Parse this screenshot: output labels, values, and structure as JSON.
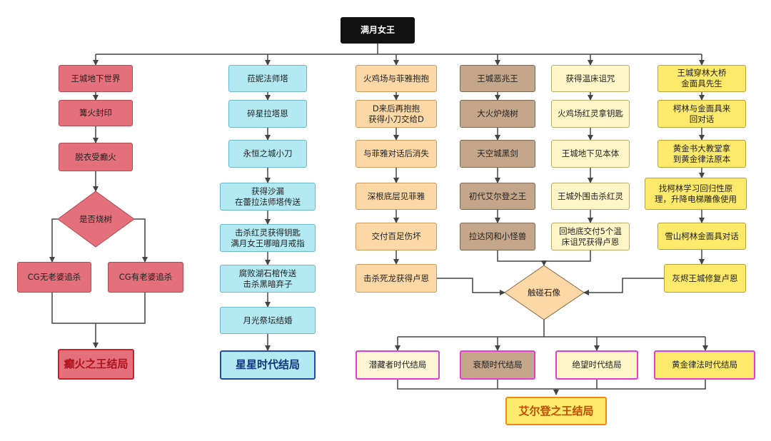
{
  "title": "满月女王",
  "col_red": {
    "steps": [
      "王城地下世界",
      "篝火封印",
      "脱衣受癫火"
    ],
    "decision": "是否烧树",
    "left": "CG无老婆追杀",
    "right": "CG有老婆追杀",
    "ending": "癫火之王结局"
  },
  "col_cyan": {
    "steps": [
      "菈妮法师塔",
      "碎星拉塔恩",
      "永恒之城小刀",
      "获得沙漏\n在蕾拉法师塔传送",
      "击杀红灵获得钥匙\n满月女王哪暗月戒指",
      "腐败湖石棺传送\n击杀黑暗弃子",
      "月光祭坛结婚"
    ],
    "ending": "星星时代结局"
  },
  "col_peach": {
    "steps": [
      "火鸡场与菲雅抱抱",
      "D来后再抱抱\n获得小刀交给D",
      "与菲雅对话后消失",
      "深根底层见菲雅",
      "交付百足伤坏",
      "击杀死龙获得卢恩"
    ]
  },
  "col_brown": {
    "steps": [
      "王城恶兆王",
      "大火炉烧树",
      "天空城黑剑",
      "初代艾尔登之王",
      "拉达冈和小怪兽"
    ]
  },
  "col_cream": {
    "steps": [
      "获得温床诅咒",
      "火鸡场红灵拿钥匙",
      "王城地下见本体",
      "王城外围击杀红灵",
      "回地底交付5个温\n床诅咒获得卢恩"
    ]
  },
  "col_yellow": {
    "steps": [
      "王城穿林大桥\n金面具先生",
      "柯林与金面具来\n回对话",
      "黄金书大教堂拿\n到黄金律法原本",
      "找柯林学习回归性原\n理，升降电梯雕像使用",
      "雪山柯林金面具对话",
      "灰烬王城修复卢恩"
    ]
  },
  "stone": "触碰石像",
  "endings": [
    "潜藏者时代结局",
    "衰颓时代结局",
    "绝望时代结局",
    "黄金律法时代结局"
  ],
  "final": "艾尔登之王结局"
}
